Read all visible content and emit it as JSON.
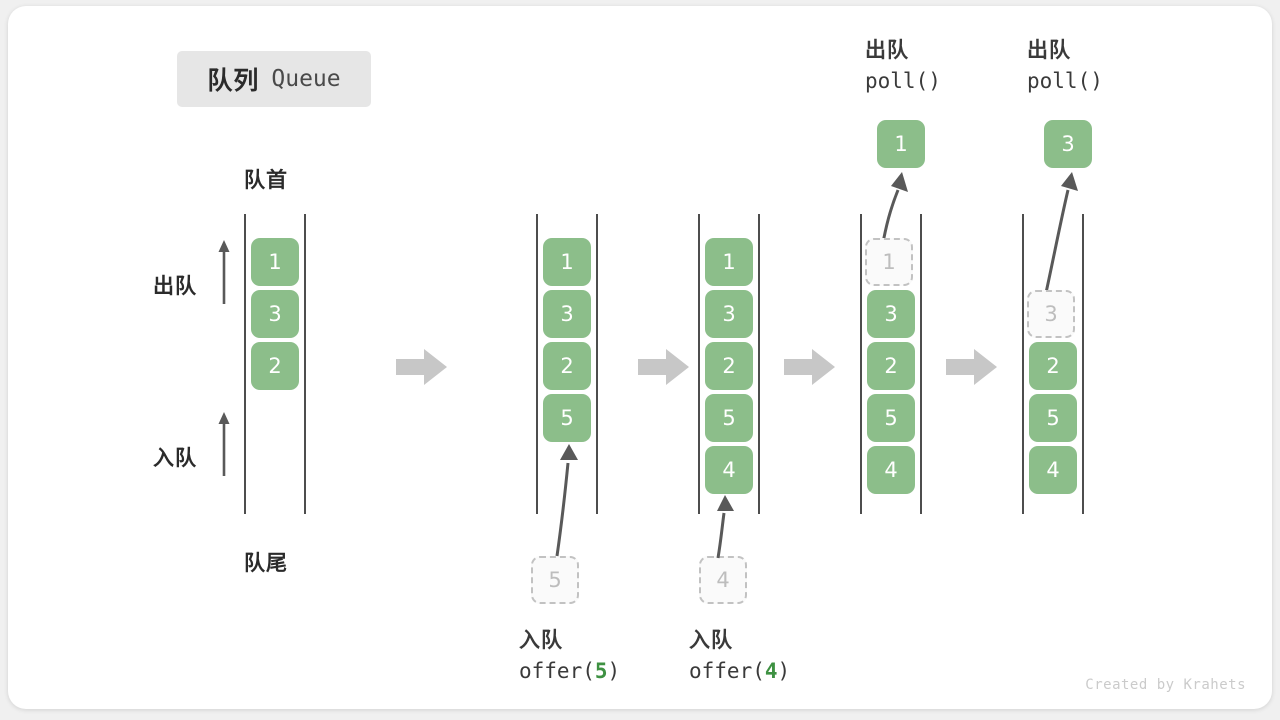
{
  "title": {
    "cn": "队列",
    "en": "Queue"
  },
  "labels": {
    "head": "队首",
    "tail": "队尾",
    "dequeue": "出队",
    "enqueue": "入队"
  },
  "credit": "Created by Krahets",
  "colors": {
    "box_green": "#8cbe8a",
    "ghost_border": "#c2c2c2",
    "arrow_gray": "#595959",
    "step_arrow_gray": "#c7c7c7",
    "badge_bg": "#e6e6e6",
    "text_dark": "#2b2b2b",
    "accent_code": "#3e9142"
  },
  "captions": {
    "offer5": {
      "cn": "入队",
      "fn_open": "offer(",
      "arg": "5",
      "fn_close": ")"
    },
    "offer4": {
      "cn": "入队",
      "fn_open": "offer(",
      "arg": "4",
      "fn_close": ")"
    },
    "poll1": {
      "cn": "出队",
      "code": "poll()"
    },
    "poll2": {
      "cn": "出队",
      "code": "poll()"
    }
  },
  "columns": [
    {
      "name": "initial",
      "items": [
        "1",
        "3",
        "2"
      ],
      "ghosts": []
    },
    {
      "name": "after-offer-5",
      "items": [
        "1",
        "3",
        "2",
        "5"
      ],
      "ghosts": []
    },
    {
      "name": "after-offer-4",
      "items": [
        "1",
        "3",
        "2",
        "5",
        "4"
      ],
      "ghosts": []
    },
    {
      "name": "after-poll-1",
      "items": [
        "3",
        "2",
        "5",
        "4"
      ],
      "ghosts": [
        "1"
      ]
    },
    {
      "name": "after-poll-3",
      "items": [
        "2",
        "5",
        "4"
      ],
      "ghosts": [
        "3"
      ]
    }
  ],
  "pending": {
    "offer5_box": "5",
    "offer4_box": "4"
  },
  "extracted": {
    "poll1_box": "1",
    "poll2_box": "3"
  }
}
